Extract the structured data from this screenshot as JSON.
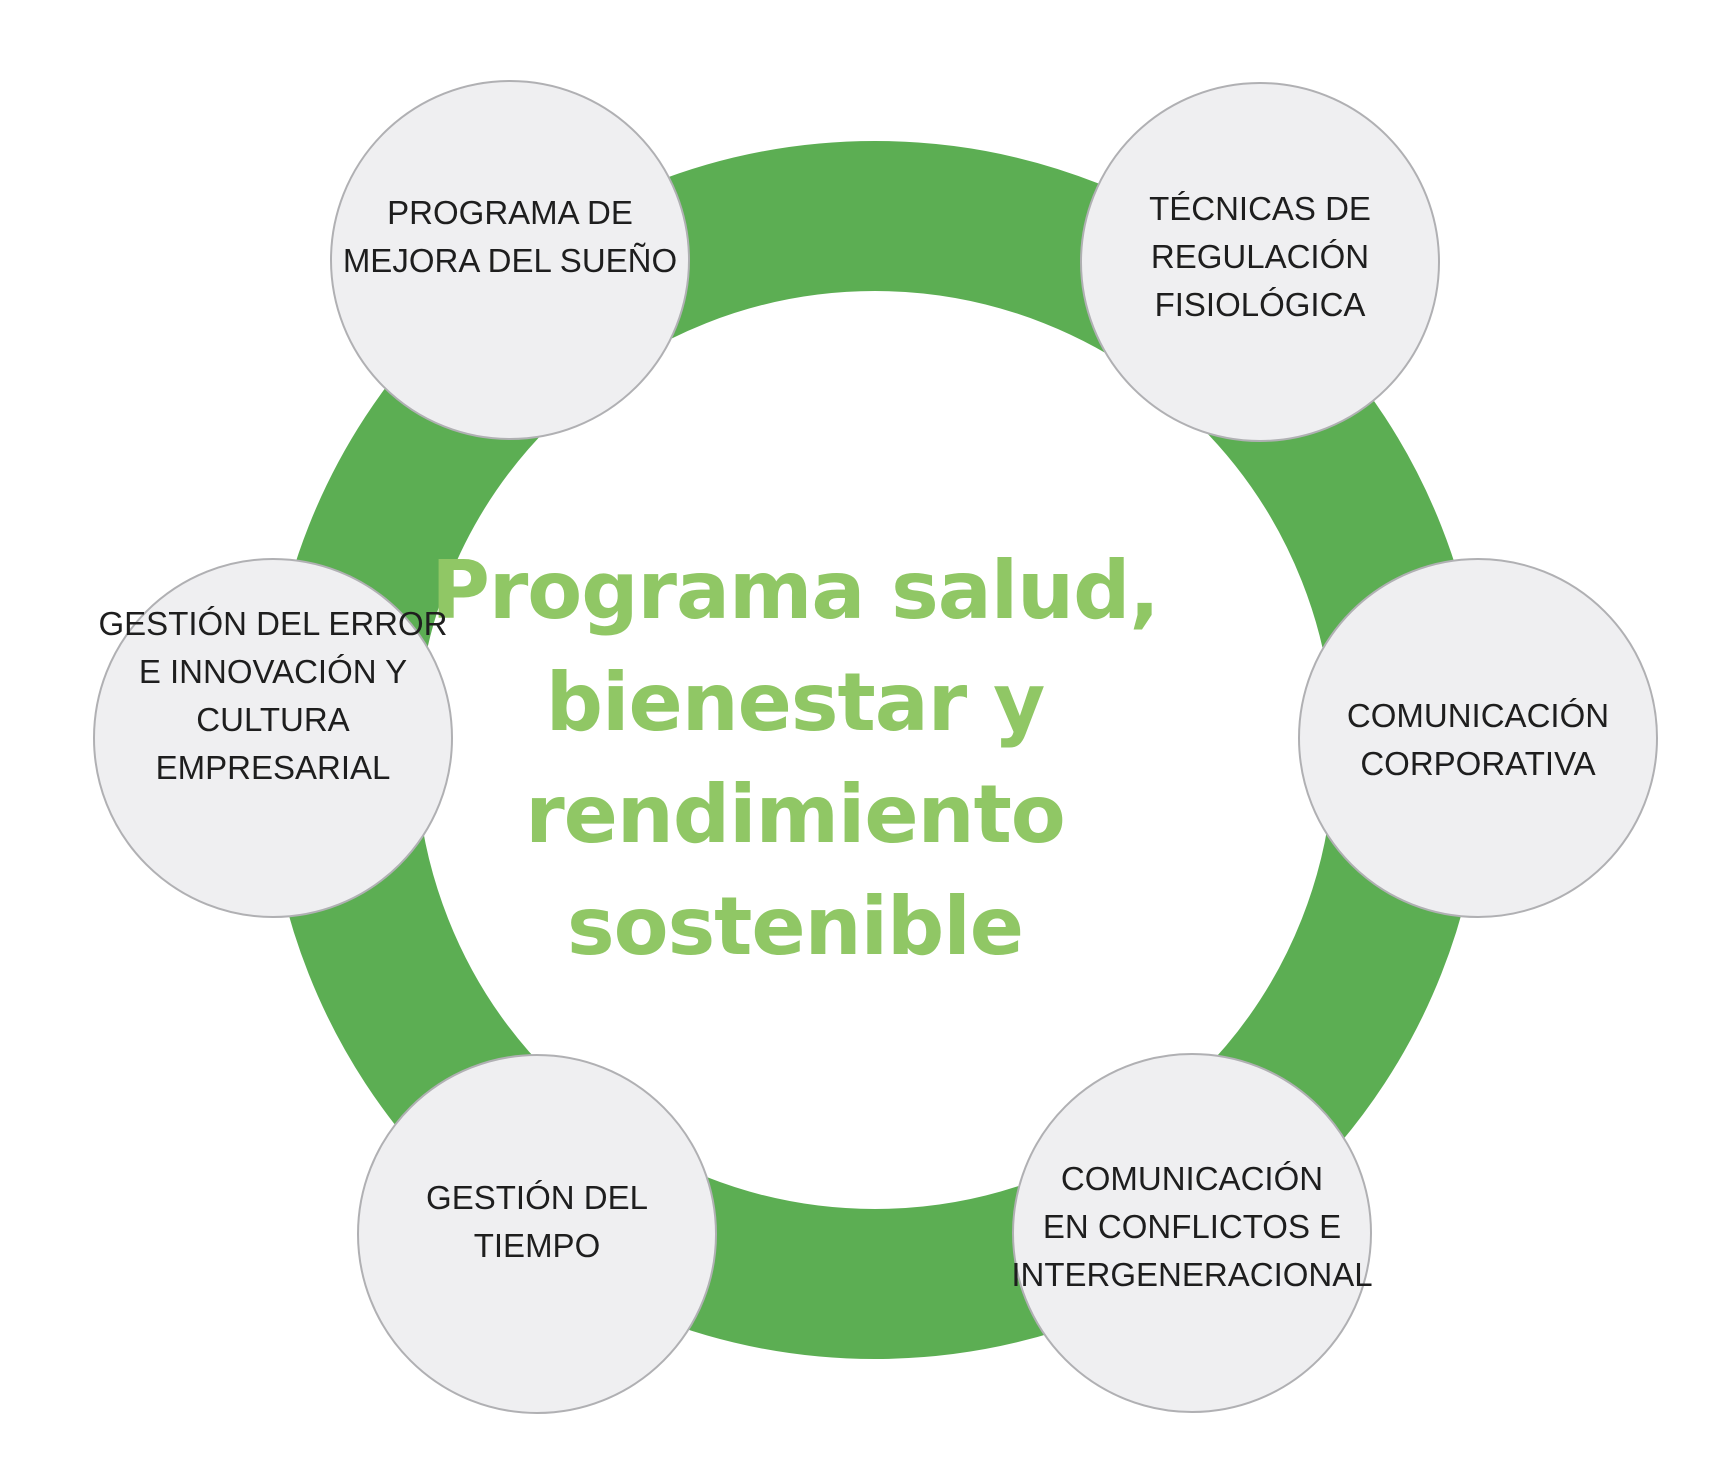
{
  "diagram": {
    "title": "Programa salud,\nbienestar y\nrendimiento\nsostenible",
    "nodes": [
      {
        "id": "programa-mejora-sueno",
        "position": "top-left",
        "label": "PROGRAMA DE\nMEJORA DEL SUEÑO"
      },
      {
        "id": "tecnicas-regulacion-fisiologica",
        "position": "top-right",
        "label": "TÉCNICAS DE\nREGULACIÓN\nFISIOLÓGICA"
      },
      {
        "id": "comunicacion-corporativa",
        "position": "right",
        "label": "COMUNICACIÓN\nCORPORATIVA"
      },
      {
        "id": "comunicacion-conflictos-intergeneracional",
        "position": "bottom-right",
        "label": "COMUNICACIÓN\nEN CONFLICTOS E\nINTERGENERACIONAL"
      },
      {
        "id": "gestion-tiempo",
        "position": "bottom-left",
        "label": "GESTIÓN DEL\nTIEMPO"
      },
      {
        "id": "gestion-error-innovacion-cultura",
        "position": "left",
        "label": "GESTIÓN DEL ERROR\nE INNOVACIÓN Y\nCULTURA\nEMPRESARIAL"
      }
    ],
    "colors": {
      "ring": "#5CAE53",
      "title_text": "#90C765",
      "node_fill": "#EFEFF1",
      "node_border": "#B0B0B3",
      "node_text": "#1E1E1E",
      "background": "#FFFFFF"
    }
  }
}
